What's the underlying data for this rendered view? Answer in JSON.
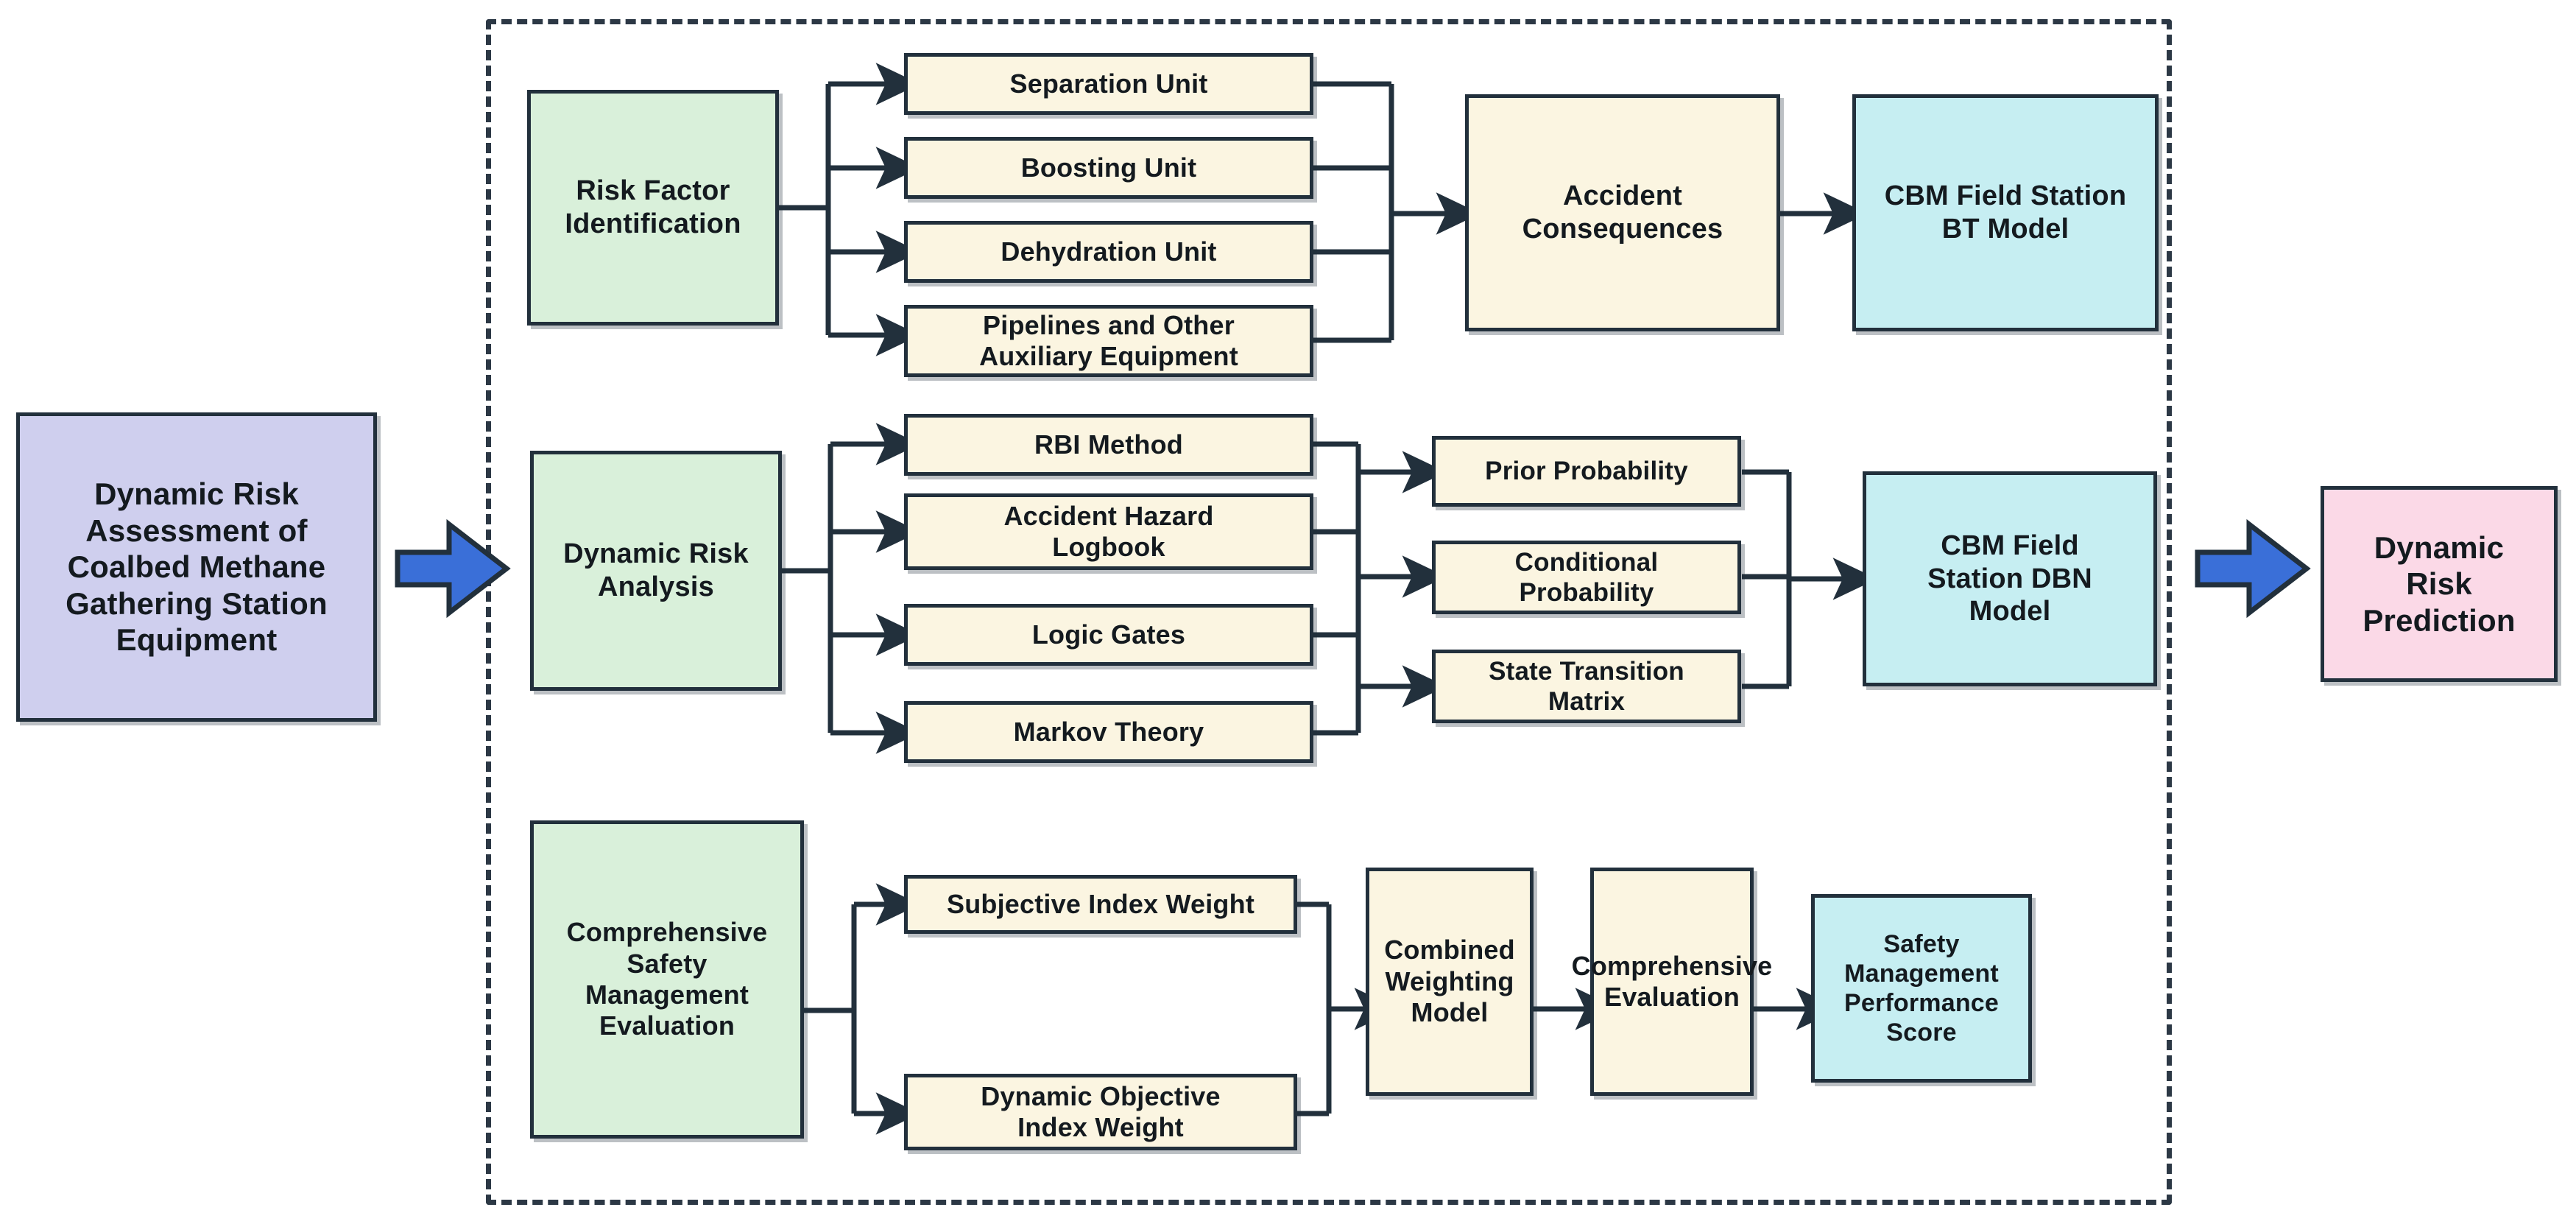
{
  "diagram": {
    "title_node": {
      "label": "Dynamic Risk\nAssessment of\nCoalbed Methane\nGathering Station\nEquipment",
      "color": "#cfcfee"
    },
    "output_node": {
      "label": "Dynamic\nRisk\nPrediction",
      "color": "#fbd9e7"
    },
    "arrows": {
      "big_arrow_left": "big-right-arrow",
      "big_arrow_right": "big-right-arrow",
      "color": "#3a6fd8"
    },
    "frame": {
      "style": "dashed",
      "color": "#2c3845"
    },
    "rows": [
      {
        "name": "risk-factor-identification",
        "stage": {
          "label": "Risk Factor\nIdentification",
          "color": "#d9f0da"
        },
        "items": [
          {
            "label": "Separation Unit"
          },
          {
            "label": "Boosting Unit"
          },
          {
            "label": "Dehydration Unit"
          },
          {
            "label": "Pipelines and Other\nAuxiliary Equipment"
          }
        ],
        "merge": [
          {
            "label": "Accident\nConsequences",
            "color": "#fbf5e1"
          }
        ],
        "result": {
          "label": "CBM Field Station\nBT Model",
          "color": "#c6eef2"
        }
      },
      {
        "name": "dynamic-risk-analysis",
        "stage": {
          "label": "Dynamic Risk\nAnalysis",
          "color": "#d9f0da"
        },
        "items": [
          {
            "label": "RBI Method"
          },
          {
            "label": "Accident Hazard\nLogbook"
          },
          {
            "label": "Logic Gates"
          },
          {
            "label": "Markov Theory"
          }
        ],
        "merge": [
          {
            "label": "Prior Probability",
            "color": "#fbf5e1"
          },
          {
            "label": "Conditional\nProbability",
            "color": "#fbf5e1"
          },
          {
            "label": "State Transition\nMatrix",
            "color": "#fbf5e1"
          }
        ],
        "result": {
          "label": "CBM Field\nStation DBN\nModel",
          "color": "#c6eef2"
        }
      },
      {
        "name": "comprehensive-safety-management-evaluation",
        "stage": {
          "label": "Comprehensive\nSafety\nManagement\nEvaluation",
          "color": "#d9f0da"
        },
        "items": [
          {
            "label": "Subjective Index Weight"
          },
          {
            "label": "Dynamic Objective\nIndex Weight"
          }
        ],
        "merge": [
          {
            "label": "Combined\nWeighting\nModel",
            "color": "#fbf5e1"
          },
          {
            "label": "Comprehensive\nEvaluation",
            "color": "#fbf5e1"
          }
        ],
        "result": {
          "label": "Safety\nManagement\nPerformance\nScore",
          "color": "#c6eef2"
        }
      }
    ]
  }
}
